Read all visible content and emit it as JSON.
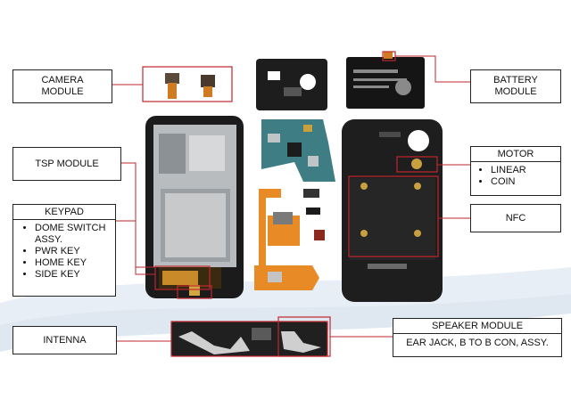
{
  "labels": {
    "camera": [
      "CAMERA",
      "MODULE"
    ],
    "battery": [
      "BATTERY",
      "MODULE"
    ],
    "tsp": "TSP MODULE",
    "motor": {
      "title": "MOTOR",
      "items": [
        "LINEAR",
        "COIN"
      ]
    },
    "keypad": {
      "title": "KEYPAD",
      "items": [
        "DOME SWITCH ASSY.",
        "PWR KEY",
        "HOME KEY",
        "SIDE KEY"
      ]
    },
    "nfc": "NFC",
    "intenna": "INTENNA",
    "speaker": {
      "title": "SPEAKER MODULE",
      "detail": "EAR JACK, B TO B CON, ASSY."
    }
  },
  "colors": {
    "leader": "#c0272d",
    "frame": "#1e1e1e",
    "board": "#3e7d84",
    "flex": "#e88a26"
  }
}
